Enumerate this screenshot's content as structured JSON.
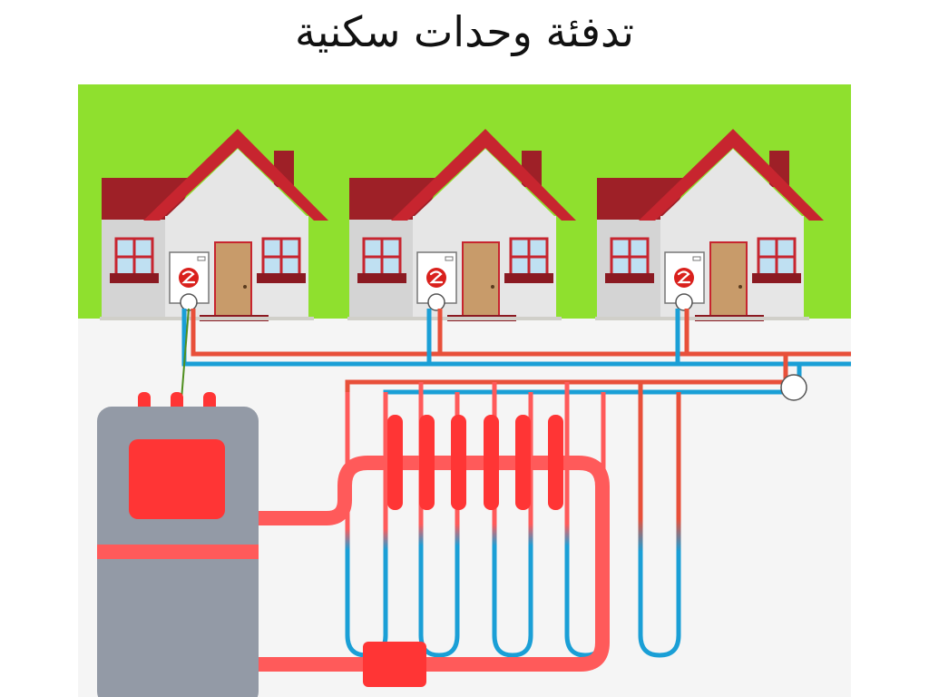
{
  "title": "تدفئة وحدات سكنية",
  "colors": {
    "grass": "#8fe02e",
    "ground": "#f5f5f5",
    "roof": "#c7252f",
    "roof_dark": "#9e2027",
    "wall": "#e6e6e6",
    "wall_shade": "#d4d4d4",
    "door": "#c89b6a",
    "window_frame": "#c7252f",
    "window_glass": "#bfe0f2",
    "hot_pipe": "#e8503a",
    "cold_pipe": "#1a9fd6",
    "loop_hot": "#ff5a5a",
    "manifold_red": "#ff3535",
    "tank": "#939aa6",
    "hiu_logo": "#d9201c"
  },
  "houses": [
    {
      "unit": "house-1"
    },
    {
      "unit": "house-2"
    },
    {
      "unit": "house-3"
    }
  ],
  "components": {
    "unit_icon": "heat-interface-unit-icon",
    "valve_icon": "valve-icon",
    "tank_icon": "heat-pump-tank-icon",
    "pump_icon": "circulation-pump-icon"
  }
}
